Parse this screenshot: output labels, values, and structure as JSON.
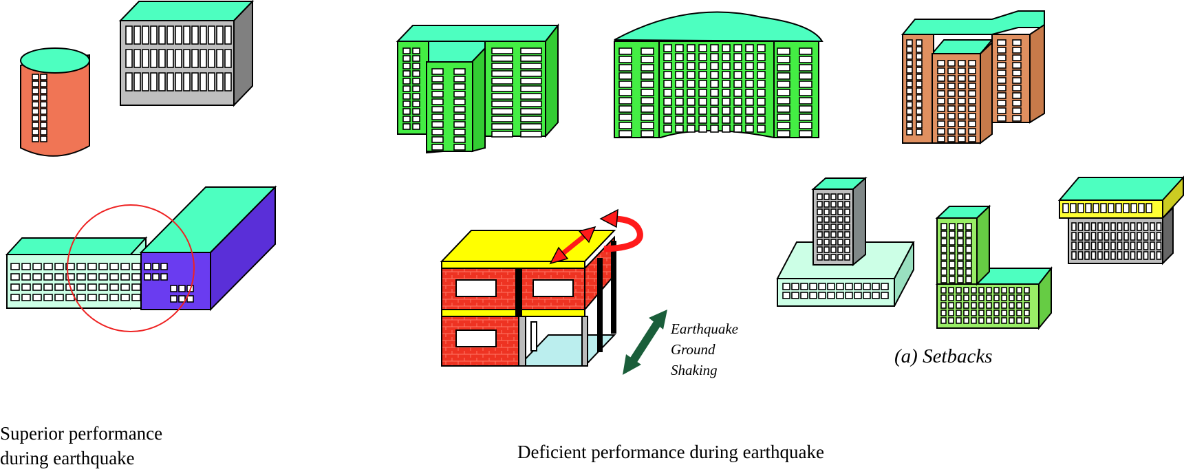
{
  "captions": {
    "superior_line1": "Superior performance",
    "superior_line2": "during earthquake",
    "deficient": "Deficient performance during earthquake",
    "setbacks": "(a) Setbacks",
    "eq_line1": "Earthquake",
    "eq_line2": "Ground",
    "eq_line3": "Shaking"
  },
  "colors": {
    "roof": "#4dffc0",
    "gray": "#bfbfbf",
    "salmon": "#f07555",
    "green": "#44ee44",
    "tan": "#e09060",
    "mint": "#ccffe6",
    "purple": "#6a3cf0",
    "brick": "#ee3322",
    "slab": "#ffff00",
    "arrow_red": "#ff1a1a",
    "arrow_green": "#1a5e3a",
    "circle": "#ee2222",
    "light_green": "#99ee66",
    "yellow": "#ffff33"
  }
}
